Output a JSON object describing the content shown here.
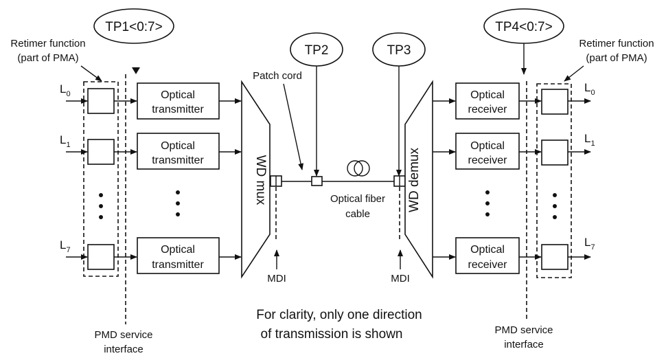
{
  "test_points": {
    "tp1": "TP1<0:7>",
    "tp2": "TP2",
    "tp3": "TP3",
    "tp4": "TP4<0:7>"
  },
  "retimer": {
    "left_line1": "Retimer function",
    "left_line2": "(part of PMA)",
    "right_line1": "Retimer function",
    "right_line2": "(part of PMA)"
  },
  "lanes": {
    "base": "L",
    "first_sub": "0",
    "second_sub": "1",
    "last_sub": "7"
  },
  "transmitter": {
    "line1": "Optical",
    "line2": "transmitter"
  },
  "receiver": {
    "line1": "Optical",
    "line2": "receiver"
  },
  "mux_label": "WD mux",
  "demux_label": "WD demux",
  "patch_cord": "Patch cord",
  "fiber": {
    "line1": "Optical fiber",
    "line2": "cable"
  },
  "mdi_left": "MDI",
  "mdi_right": "MDI",
  "pmd_left": {
    "line1": "PMD service",
    "line2": "interface"
  },
  "pmd_right": {
    "line1": "PMD service",
    "line2": "interface"
  },
  "note": {
    "line1": "For clarity, only one direction",
    "line2": "of transmission is shown"
  }
}
